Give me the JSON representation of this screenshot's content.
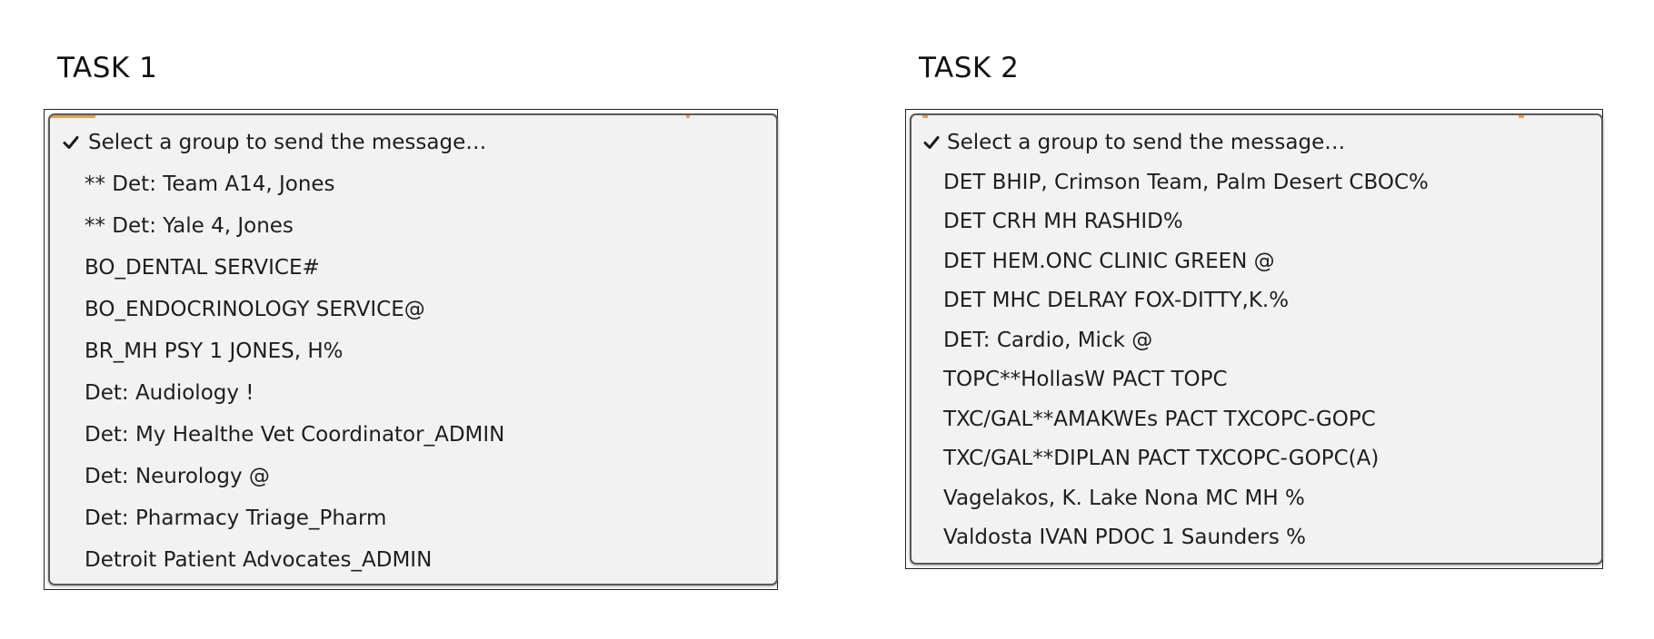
{
  "task1": {
    "title": "TASK 1",
    "items": [
      {
        "label": "Select a group to send the message…",
        "selected": true
      },
      {
        "label": "** Det: Team A14, Jones",
        "selected": false
      },
      {
        "label": "** Det: Yale 4, Jones",
        "selected": false
      },
      {
        "label": "BO_DENTAL SERVICE#",
        "selected": false
      },
      {
        "label": "BO_ENDOCRINOLOGY SERVICE@",
        "selected": false
      },
      {
        "label": "BR_MH PSY 1 JONES, H%",
        "selected": false
      },
      {
        "label": "Det: Audiology !",
        "selected": false
      },
      {
        "label": "Det: My Healthe Vet Coordinator_ADMIN",
        "selected": false
      },
      {
        "label": "Det: Neurology @",
        "selected": false
      },
      {
        "label": "Det: Pharmacy Triage_Pharm",
        "selected": false
      },
      {
        "label": "Detroit Patient Advocates_ADMIN",
        "selected": false
      }
    ]
  },
  "task2": {
    "title": "TASK 2",
    "items": [
      {
        "label": "Select a group to send the message…",
        "selected": true
      },
      {
        "label": "DET BHIP, Crimson Team, Palm Desert CBOC%",
        "selected": false
      },
      {
        "label": "DET CRH MH RASHID%",
        "selected": false
      },
      {
        "label": "DET HEM.ONC CLINIC GREEN @",
        "selected": false
      },
      {
        "label": "DET MHC DELRAY FOX-DITTY,K.%",
        "selected": false
      },
      {
        "label": "DET: Cardio, Mick @",
        "selected": false
      },
      {
        "label": "TOPC**HollasW PACT TOPC",
        "selected": false
      },
      {
        "label": "TXC/GAL**AMAKWEs PACT TXCOPC-GOPC",
        "selected": false
      },
      {
        "label": "TXC/GAL**DIPLAN PACT TXCOPC-GOPC(A)",
        "selected": false
      },
      {
        "label": "Vagelakos, K. Lake Nona MC MH %",
        "selected": false
      },
      {
        "label": "Valdosta IVAN PDOC 1 Saunders %",
        "selected": false
      }
    ]
  },
  "colors": {
    "menu_background": "#f2f2f2",
    "menu_border": "#5a5a5a",
    "accent": "#d9a45a",
    "text": "#1e1e1e"
  },
  "icons": {
    "selected_marker": "checkmark-icon"
  }
}
